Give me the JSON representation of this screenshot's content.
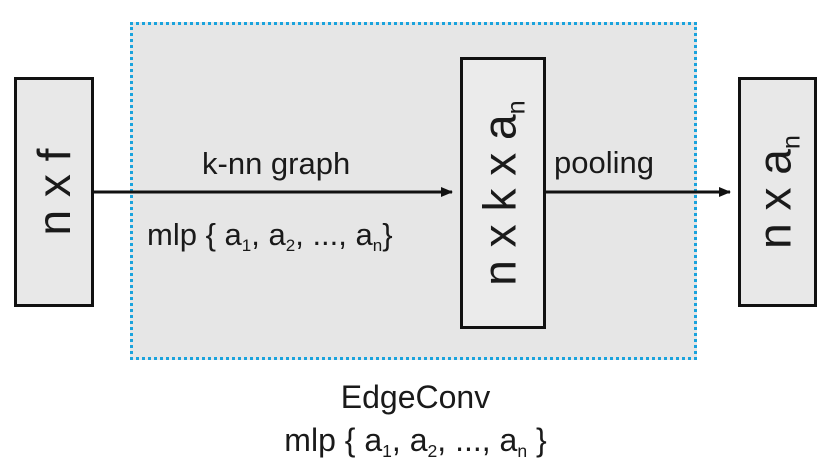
{
  "region": {
    "caption_title": "EdgeConv",
    "caption_mlp_prefix": "mlp { a",
    "caption_mlp_sub1": "1",
    "caption_mlp_sep1": ", a",
    "caption_mlp_sub2": "2",
    "caption_mlp_sep2": ", ..., a",
    "caption_mlp_subn": "n",
    "caption_mlp_suffix": " }"
  },
  "input_box": {
    "label": "n x f"
  },
  "mid_box": {
    "label_main": "n x k x a",
    "label_sub": "n"
  },
  "output_box": {
    "label_main": "n x a",
    "label_sub": "n"
  },
  "edges": {
    "knn_label": "k-nn graph",
    "mlp_prefix": "mlp { a",
    "mlp_sub1": "1",
    "mlp_sep1": ", a",
    "mlp_sub2": "2",
    "mlp_sep2": ", ..., a",
    "mlp_subn": "n",
    "mlp_suffix": "}",
    "pooling_label": "pooling"
  },
  "colors": {
    "region_border": "#1aa3dd",
    "region_fill": "#e6e6e6",
    "box_fill": "#e8e8e8",
    "stroke": "#111111"
  }
}
